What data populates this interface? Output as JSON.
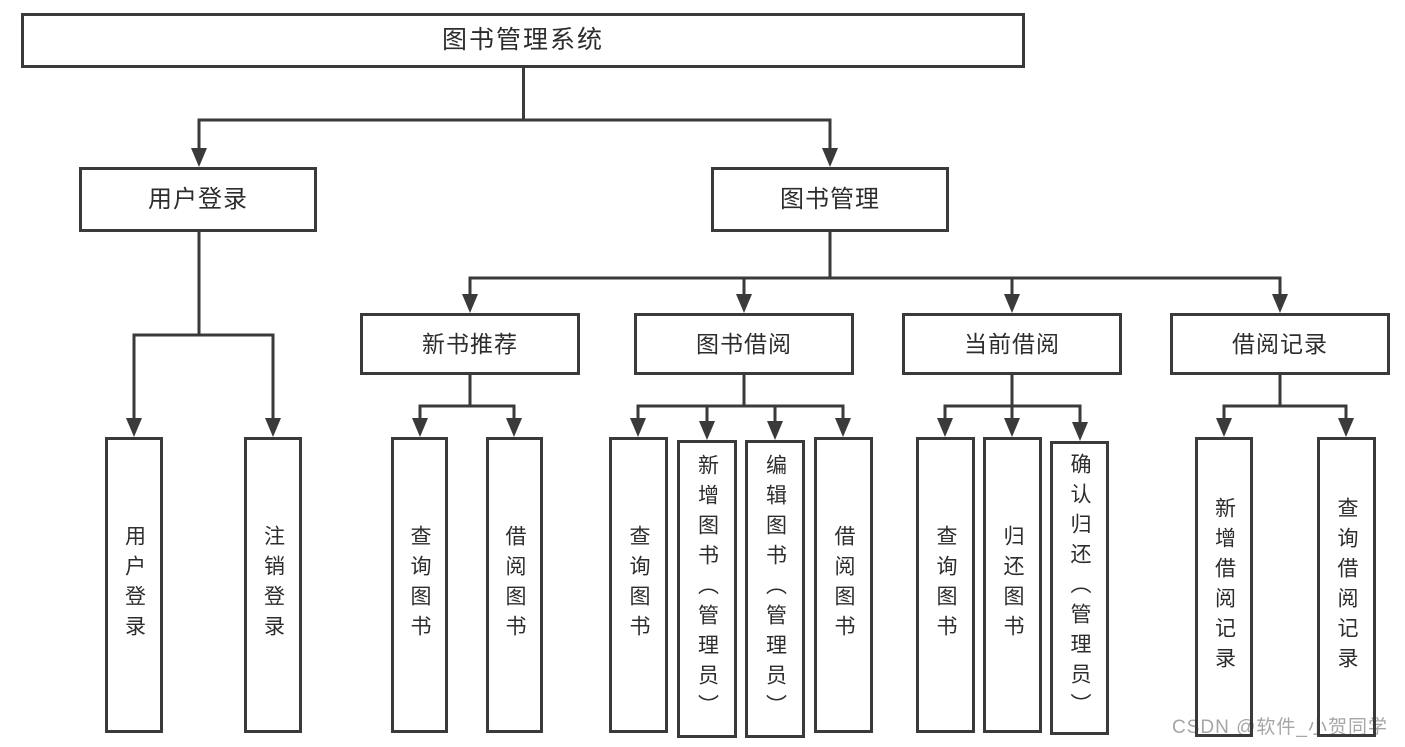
{
  "diagram": {
    "root": {
      "label": "图书管理系统"
    },
    "branches": [
      {
        "label": "用户登录",
        "children": [
          {
            "label": "用户登录"
          },
          {
            "label": "注销登录"
          }
        ]
      },
      {
        "label": "图书管理",
        "children": [
          {
            "label": "新书推荐",
            "children": [
              {
                "label": "查询图书"
              },
              {
                "label": "借阅图书"
              }
            ]
          },
          {
            "label": "图书借阅",
            "children": [
              {
                "label": "查询图书"
              },
              {
                "label": "新增图书（管理员）"
              },
              {
                "label": "编辑图书（管理员）"
              },
              {
                "label": "借阅图书"
              }
            ]
          },
          {
            "label": "当前借阅",
            "children": [
              {
                "label": "查询图书"
              },
              {
                "label": "归还图书"
              },
              {
                "label": "确认归还（管理员）"
              }
            ]
          },
          {
            "label": "借阅记录",
            "children": [
              {
                "label": "新增借阅记录"
              },
              {
                "label": "查询借阅记录"
              }
            ]
          }
        ]
      }
    ]
  },
  "watermark": {
    "text": "CSDN @软件_小贺同学",
    "color": "#a6a6a6"
  },
  "colors": {
    "line": "#3a3a3a",
    "box_border": "#3a3a3a",
    "text": "#2d2d2d",
    "background": "#ffffff"
  }
}
